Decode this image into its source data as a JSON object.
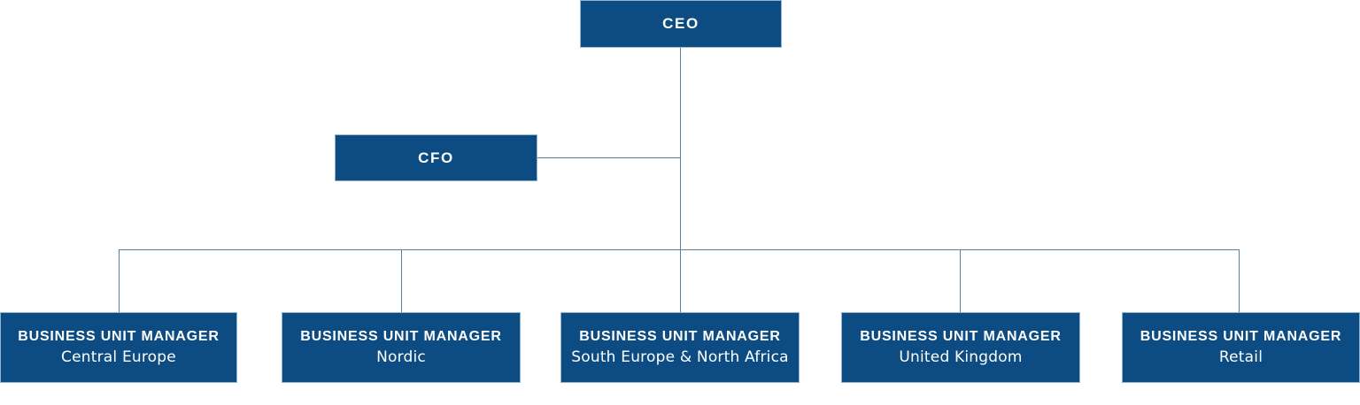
{
  "colors": {
    "box-bg": "#0d4c82",
    "box-border": "#8fb3cc",
    "line": "#5b7f98",
    "text": "#ffffff"
  },
  "org": {
    "ceo": {
      "title": "CEO"
    },
    "cfo": {
      "title": "CFO"
    },
    "units": [
      {
        "title": "BUSINESS UNIT MANAGER",
        "subtitle": "Central Europe"
      },
      {
        "title": "BUSINESS UNIT MANAGER",
        "subtitle": "Nordic"
      },
      {
        "title": "BUSINESS UNIT MANAGER",
        "subtitle": "South Europe & North Africa"
      },
      {
        "title": "BUSINESS UNIT MANAGER",
        "subtitle": "United Kingdom"
      },
      {
        "title": "BUSINESS UNIT MANAGER",
        "subtitle": "Retail"
      }
    ]
  }
}
